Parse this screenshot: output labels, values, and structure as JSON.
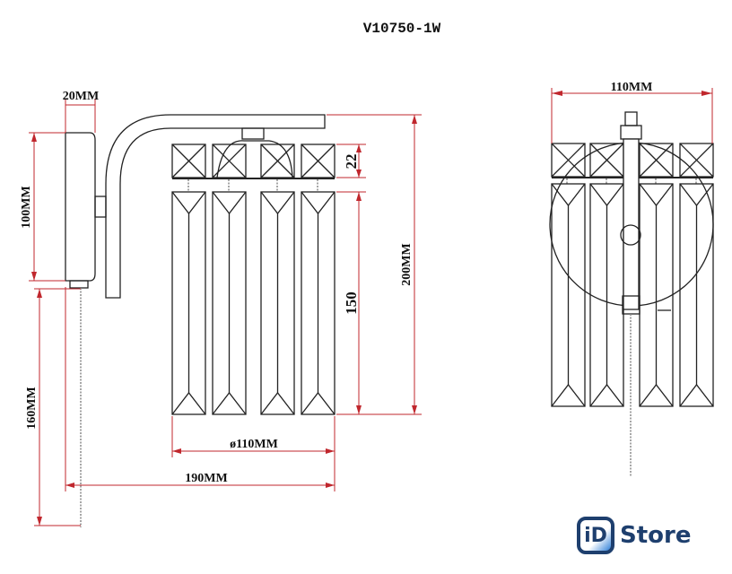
{
  "title": "V10750-1W",
  "side_view": {
    "dim_depth": "20MM",
    "dim_plate_height": "100MM",
    "dim_crystal_top": "22",
    "dim_crystal_length": "150",
    "dim_total_height": "200MM",
    "dim_diameter": "ø110MM",
    "dim_projection": "190MM",
    "dim_chain": "160MM"
  },
  "front_view": {
    "dim_width": "110MM"
  },
  "logo": {
    "mark": "iD",
    "text": "Store"
  }
}
